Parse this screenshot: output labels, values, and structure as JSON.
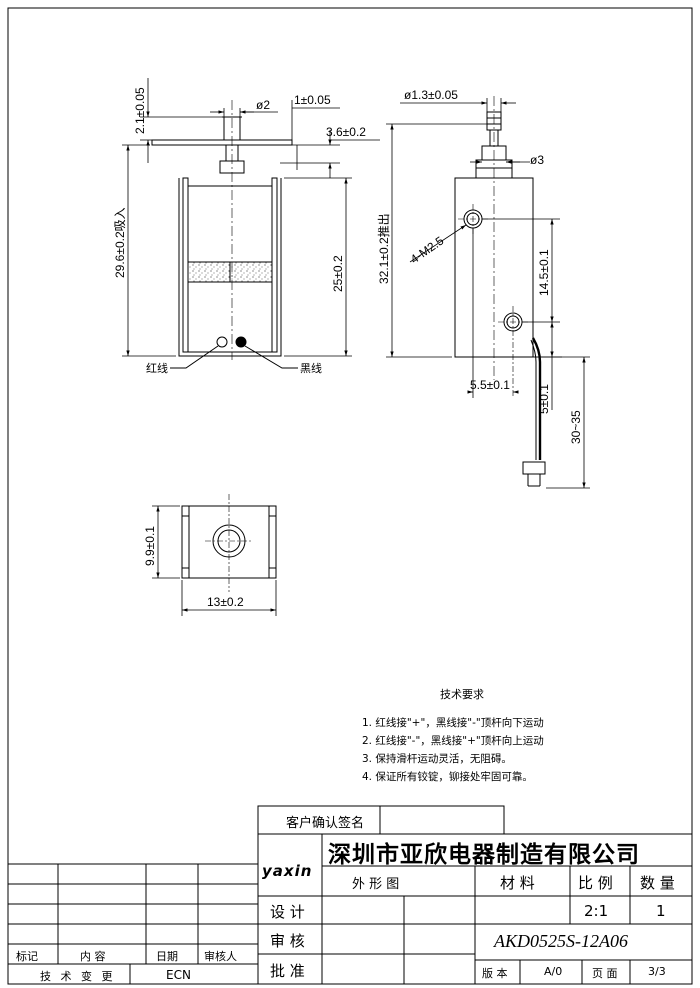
{
  "dimensions": {
    "shaft_height": "2.1±0.05",
    "shaft_dia": "ø2",
    "collar_thk": "1±0.05",
    "collar_offset": "3.6±0.2",
    "overall_height_pull": "29.6±0.2吸入",
    "body_height": "25±0.2",
    "rod_dia": "ø1.3±0.05",
    "bushing_dia": "ø3",
    "overall_height_push": "32.1±0.2推出",
    "mount_holes": "4-M2.5",
    "hole_spacing": "14.5±0.1",
    "hole_offset": "5.5±0.1",
    "hole_bottom": "5±0.1",
    "lead_length": "30~35",
    "depth": "9.9±0.1",
    "width": "13±0.2"
  },
  "labels": {
    "red_wire": "红线",
    "black_wire": "黑线"
  },
  "requirements": {
    "title": "技术要求",
    "items": [
      "1. 红线接\"+\"，黑线接\"-\"顶杆向下运动",
      "2. 红线接\"-\"，黑线接\"+\"顶杆向上运动",
      "3. 保持滑杆运动灵活，无阻碍。",
      "4. 保证所有铰锭，铆接处牢固可靠。"
    ]
  },
  "title_block": {
    "customer_sign": "客户确认签名",
    "company": "深圳市亚欣电器制造有限公司",
    "logo": "yaxin",
    "drawing_type": "外 形 图",
    "material": "材 料",
    "scale_label": "比 例",
    "qty_label": "数 量",
    "design": "设 计",
    "scale_value": "2:1",
    "qty_value": "1",
    "review": "审 核",
    "part_no": "AKD0525S-12A06",
    "approve": "批 准",
    "version_label": "版 本",
    "version_value": "A/0",
    "page_label": "页 面",
    "page_value": "3/3",
    "rev_headers": [
      "标记",
      "内 容",
      "日期",
      "审核人"
    ],
    "tech_change": "技 术 变 更",
    "ecn": "ECN"
  }
}
